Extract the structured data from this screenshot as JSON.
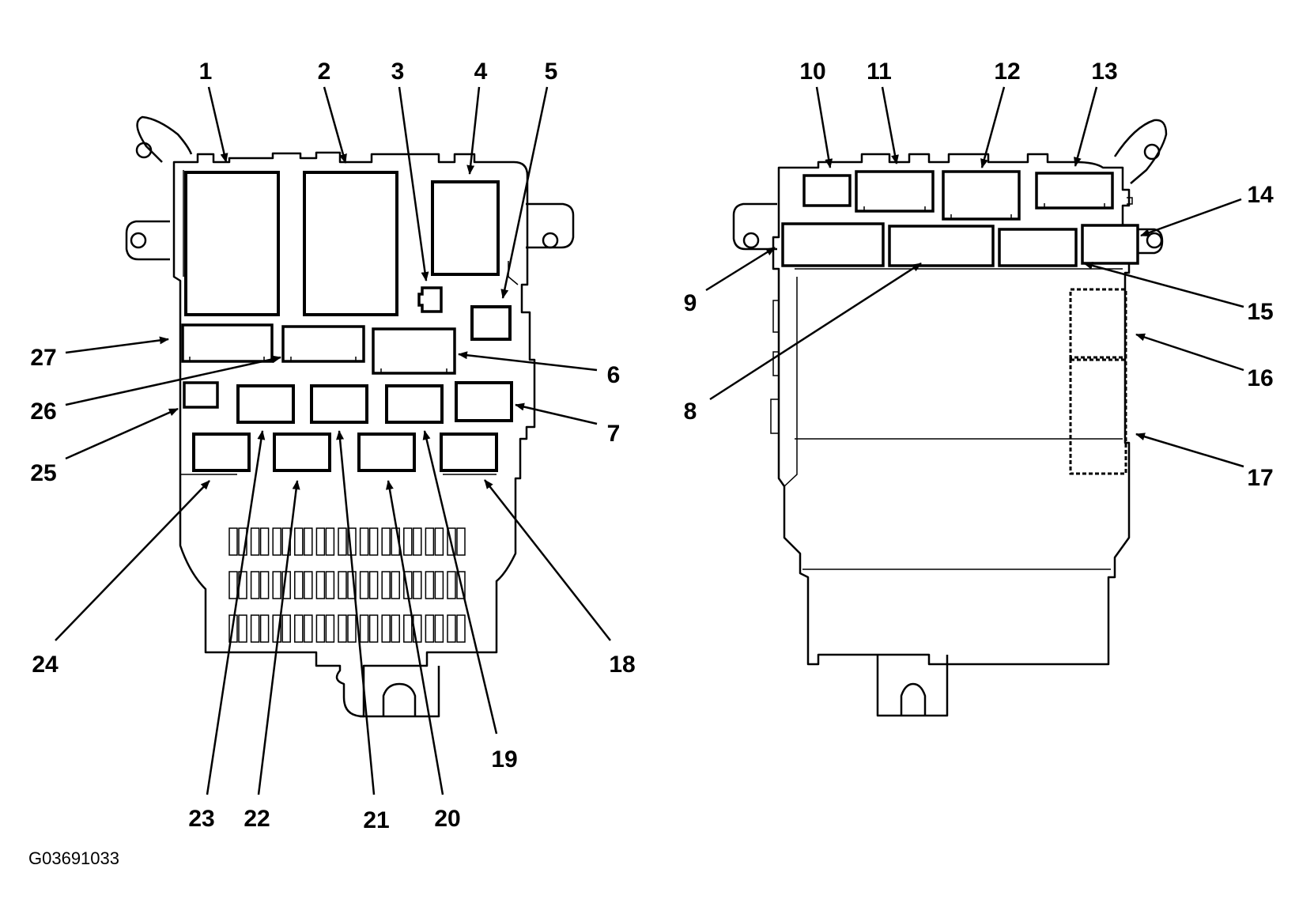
{
  "callouts": {
    "n1": "1",
    "n2": "2",
    "n3": "3",
    "n4": "4",
    "n5": "5",
    "n6": "6",
    "n7": "7",
    "n8": "8",
    "n9": "9",
    "n10": "10",
    "n11": "11",
    "n12": "12",
    "n13": "13",
    "n14": "14",
    "n15": "15",
    "n16": "16",
    "n17": "17",
    "n18": "18",
    "n19": "19",
    "n20": "20",
    "n21": "21",
    "n22": "22",
    "n23": "23",
    "n24": "24",
    "n25": "25",
    "n26": "26",
    "n27": "27"
  },
  "figure_code": "G03691033"
}
